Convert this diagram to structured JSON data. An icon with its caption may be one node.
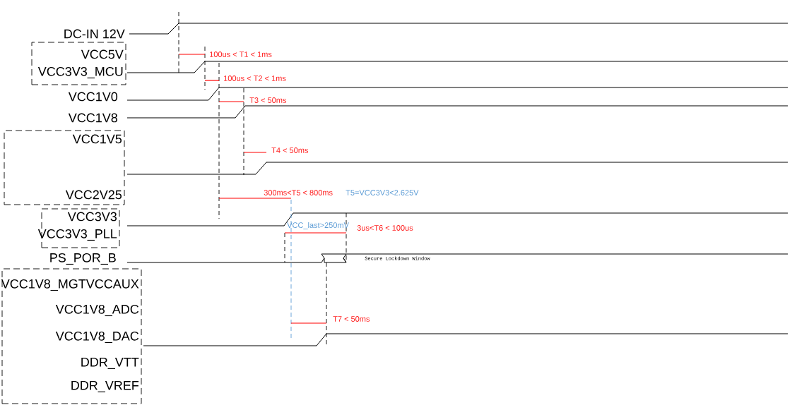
{
  "diagram": {
    "nodes": [
      {
        "text": [
          "VCC5V",
          "VCC3V3_MCU"
        ]
      },
      {
        "text": [
          "VCC1V5",
          "VCC2V25"
        ]
      },
      {
        "text": [
          "VCC3V3",
          "VCC3V3_PLL"
        ]
      },
      {
        "text": [
          "VCC1V8_MGTVCCAUX",
          "VCC1V8_ADC",
          "VCC1V8_DAC",
          "DDR_VTT",
          "DDR_VREF"
        ]
      }
    ],
    "labels": [
      "DC-IN 12V",
      "100us < T1 < 1ms",
      "100us < T2 < 1ms",
      "VCC1V0",
      "T3 < 50ms",
      "VCC1V8",
      "T4 < 50ms",
      "300ms<T5 < 800ms",
      "T5=VCC3V3<2.625V",
      "VCC_last>250mV",
      "3us<T6 < 100us",
      "PS_POR_B",
      "Secure Lockdown Window",
      "T7 < 50ms"
    ]
  }
}
